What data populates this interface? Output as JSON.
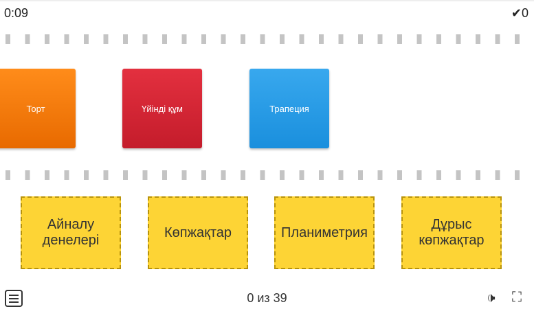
{
  "timer": "0:09",
  "score": {
    "icon": "check-icon",
    "value": "0"
  },
  "tiles": [
    {
      "label": "Торт",
      "color": "#f57c0e"
    },
    {
      "label": "Үйінді құм",
      "color": "#d42434"
    },
    {
      "label": "Трапеция",
      "color": "#2a9be6"
    }
  ],
  "targets": [
    "Айналу денелері",
    "Көпжақтар",
    "Планиметрия",
    "Дұрыс көпжақтар"
  ],
  "footer": {
    "progress": "0 из 39",
    "menu_icon": "menu-icon",
    "sound_icon": "speaker-icon",
    "fullscreen_icon": "fullscreen-icon"
  }
}
